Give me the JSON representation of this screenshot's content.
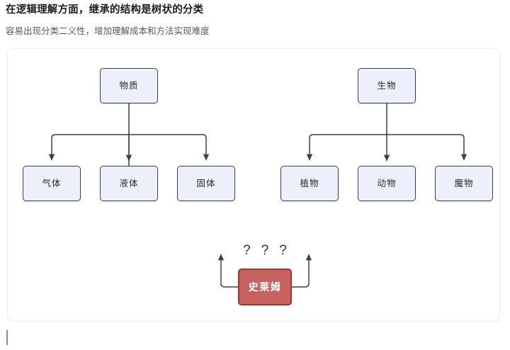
{
  "header": {
    "title": "在逻辑理解方面，继承的结构是树状的分类",
    "subtitle": "容易出现分类二义性，增加理解成本和方法实现难度"
  },
  "diagram": {
    "trees": [
      {
        "name": "matter-tree",
        "root": {
          "label": "物质"
        },
        "children": [
          {
            "label": "气体"
          },
          {
            "label": "液体"
          },
          {
            "label": "固体"
          }
        ]
      },
      {
        "name": "life-tree",
        "root": {
          "label": "生物"
        },
        "children": [
          {
            "label": "植物"
          },
          {
            "label": "动物"
          },
          {
            "label": "魔物"
          }
        ]
      }
    ],
    "ambiguous_node": {
      "label": "史莱姆",
      "fill": "#c76260",
      "border": "#8f3c3b",
      "text_color": "#ffffff"
    },
    "question_marks": [
      "?",
      "?",
      "?"
    ],
    "node_style": {
      "fill": "#edf0fa",
      "border": "#3b4049",
      "text_color": "#26292e"
    },
    "connector_color": "#3b4049"
  }
}
